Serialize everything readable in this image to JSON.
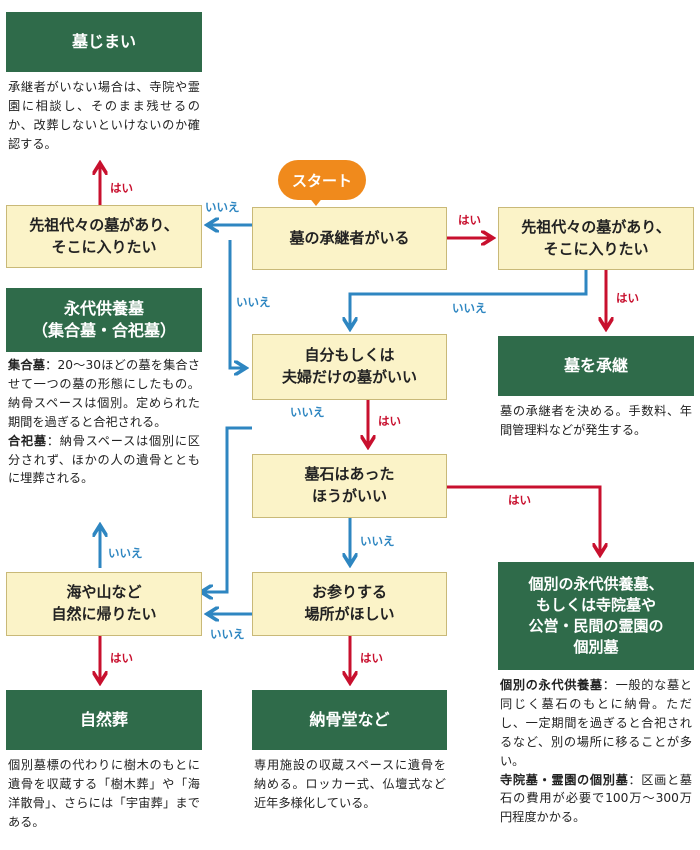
{
  "start": "スタート",
  "questions": {
    "q_successor": "墓の承継者がいる",
    "q_ancestral_left": "先祖代々の墓があり、\nそこに入りたい",
    "q_ancestral_right": "先祖代々の墓があり、\nそこに入りたい",
    "q_own_grave": "自分もしくは\n夫婦だけの墓がいい",
    "q_gravestone": "墓石はあった\nほうがいい",
    "q_nature": "海や山など\n自然に帰りたい",
    "q_place": "お参りする\n場所がほしい"
  },
  "results": {
    "hakajimai": {
      "title": "墓じまい",
      "desc": "承継者がいない場合は、寺院や霊園に相談し、そのまま残せるのか、改葬しないといけないのか確認する。"
    },
    "eitai": {
      "title": "永代供養墓\n（集合墓・合祀墓）",
      "term1": "集合墓",
      "desc1": "：20～30ほどの墓を集合させて一つの墓の形態にしたもの。納骨スペースは個別。定められた期間を過ぎると合祀される。",
      "term2": "合祀墓",
      "desc2": "：納骨スペースは個別に区分されず、ほかの人の遺骨とともに埋葬される。"
    },
    "shizen": {
      "title": "自然葬",
      "desc": "個別墓標の代わりに樹木のもとに遺骨を収蔵する「樹木葬」や「海洋散骨」、さらには「宇宙葬」まである。"
    },
    "nokotsudo": {
      "title": "納骨堂など",
      "desc": "専用施設の収蔵スペースに遺骨を納める。ロッカー式、仏壇式など近年多様化している。"
    },
    "shokei": {
      "title": "墓を承継",
      "desc": "墓の承継者を決める。手数料、年間管理料などが発生する。"
    },
    "kobetsu": {
      "title": "個別の永代供養墓、\nもしくは寺院墓や\n公営・民間の霊園の\n個別墓",
      "term1": "個別の永代供養墓",
      "desc1": "：一般的な墓と同じく墓石のもとに納骨。ただし、一定期間を過ぎると合祀されるなど、別の場所に移ることが多い。",
      "term2": "寺院墓・霊園の個別墓",
      "desc2": "：区画と墓石の費用が必要で100万～300万円程度かかる。"
    }
  },
  "labels": {
    "yes": "はい",
    "no": "いいえ"
  },
  "colors": {
    "yes": "#c8102e",
    "no": "#2e86c1",
    "result": "#2f6b4a",
    "question": "#fbf3c8",
    "start": "#f08a1c"
  }
}
